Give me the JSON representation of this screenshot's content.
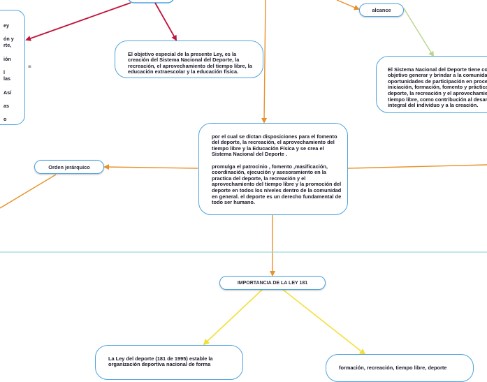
{
  "nodes": {
    "left_partial": "ey\n\nón y\nrte,\n\nión\n\nl\nlas\n\nAsí\n\nas\n\no",
    "objetivo": "El objetivo especial de la presente Ley, es la creación del Sistema Nacional del Deporte, la recreación, el aprovechamiento del tiempo libre, la educación extraescolar y la educación física.",
    "alcance_label": "alcance",
    "alcance_text": "El Sistema Nacional del Deporte tiene como objetivo generar y brindar a la comunidad oportunidades de participación en procesos de iniciación, formación, fomento y práctica del deporte, la recreación y el aprovechamiento del tiempo libre, como contribución al desarrollo integral del individuo y a la creación.",
    "central": "por el cual se dictan disposiciones para el fomento del deporte, la recreación, el aprovechamiento del tiempo libre y la Educación Física y se crea el Sistema Nacional del Deporte .\n\npromulga el patrocinio , fomento ,masificación, coordinación, ejecución  y asesoramiento en la practica del deporte, la recreación y el aprovechamiento del tiempo libre y la promoción del deporte en  todos los niveles dentro de la comunidad en general. el deporte es un derecho fundamental de todo ser humano.",
    "orden_label": "Orden jerárquico",
    "importancia_label": "IMPORTANCIA DE LA LEY 181",
    "ley_bottom": "La Ley del deporte (181 de 1995) estable la organización deportiva nacional de forma",
    "formacion_bottom": "formación, recreación, tiempo libre, deporte"
  },
  "colors": {
    "node_border": "#4ea4dd",
    "divider": "#9fd8dc",
    "arrow_red": "#c0143c",
    "arrow_orange": "#e8912a",
    "arrow_yellow": "#f4df3a",
    "arrow_green": "#b8d48a"
  },
  "icons": {
    "menu": "hamburger-icon"
  }
}
